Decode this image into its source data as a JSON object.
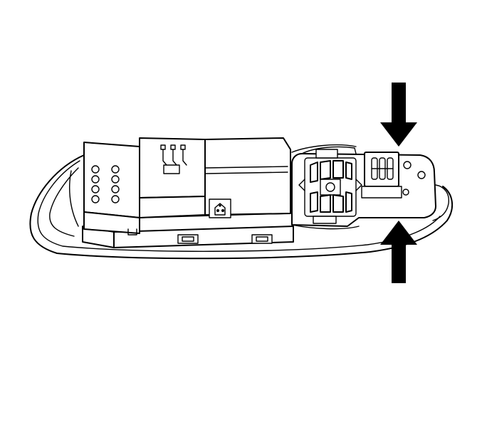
{
  "diagram": {
    "colors": {
      "line": "#000000",
      "background": "#ffffff",
      "arrow_fill": "#000000"
    },
    "components": [
      "outer-bezel",
      "switch-module-housing",
      "connector-block",
      "window-switch-contacts",
      "lock-switch-contacts",
      "release-tab-arrow-top",
      "release-tab-arrow-bottom"
    ]
  }
}
